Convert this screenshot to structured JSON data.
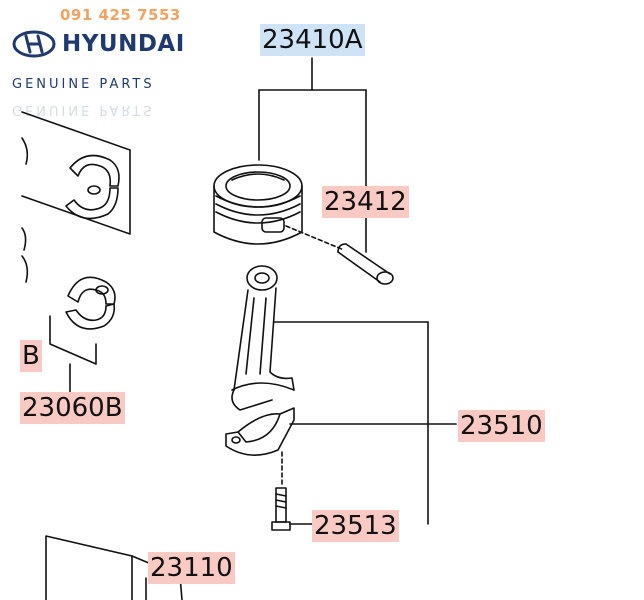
{
  "watermark": {
    "phone": "091 425 7553",
    "brand": "HYUNDAI",
    "tagline": "GENUINE PARTS",
    "tagline_mirror": "GENUINE PARTS"
  },
  "colors": {
    "phone": "#f4a261",
    "brand": "#1f3a6e",
    "label_highlight": "#f9c9c4",
    "label_highlight_blue": "#cfe3f6",
    "line": "#111111"
  },
  "parts": {
    "piston_assy": "23410A",
    "piston_pin": "23412",
    "connecting_rod": "23510",
    "rod_bolt": "23513",
    "bearing_set": "23060B",
    "bearing_partial": "B",
    "crankshaft": "23110"
  }
}
